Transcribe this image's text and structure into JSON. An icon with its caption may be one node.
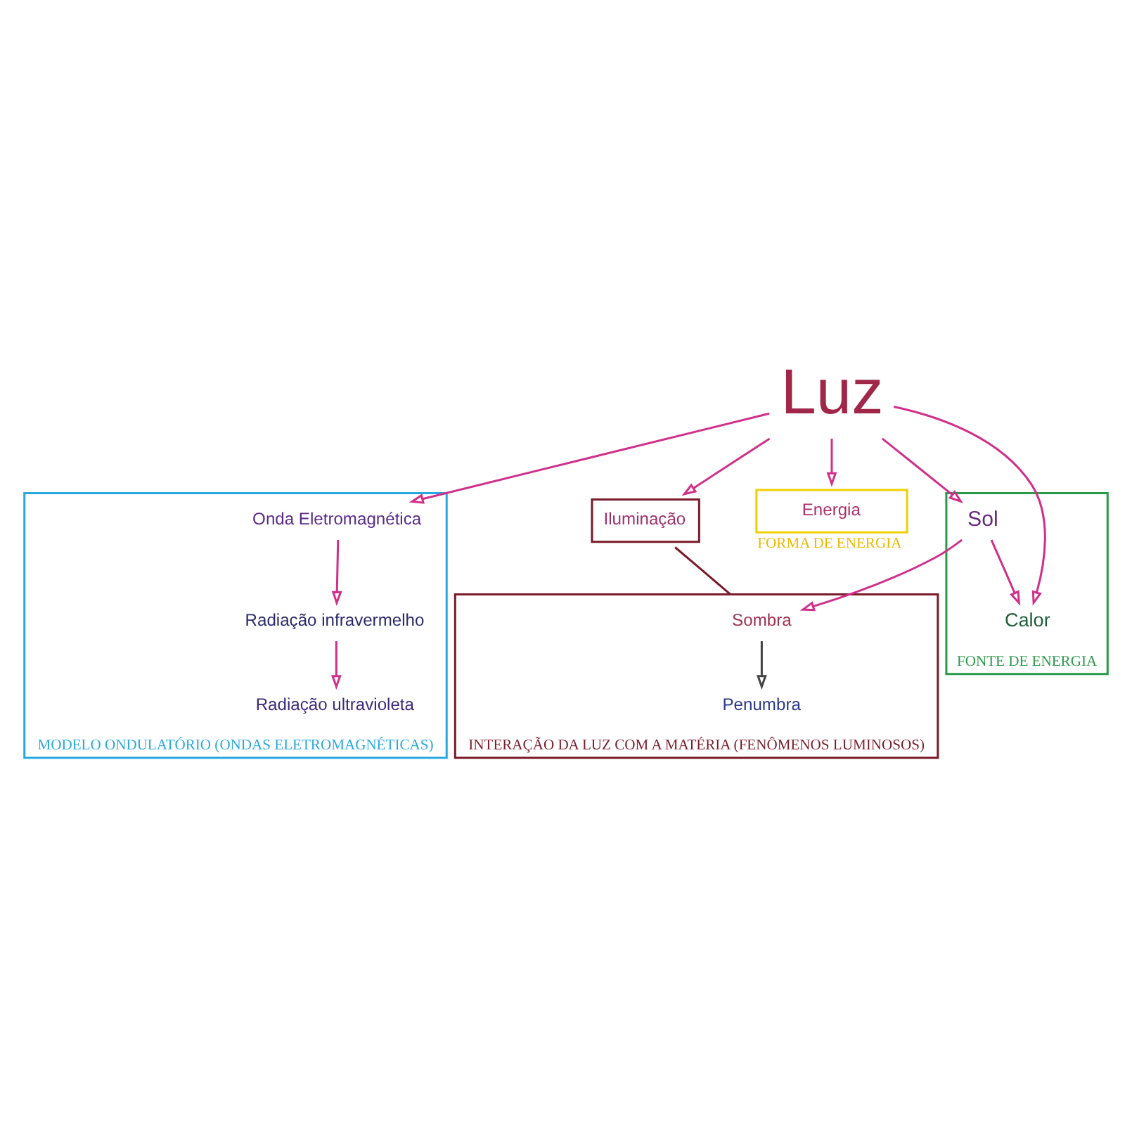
{
  "diagram": {
    "nodes": [
      {
        "text": [
          "MODELO ONDULATÓRIO (ONDAS ELETROMAGNÉTICAS)"
        ]
      },
      {
        "text": [
          "Onda Eletromagnética"
        ],
        "in": 0
      },
      {
        "text": [
          "Radiação infravermelho"
        ],
        "in": 0
      },
      {
        "text": [
          "Radiação ultravioleta"
        ],
        "in": 0
      },
      {
        "text": [
          "Iluminação"
        ]
      },
      {
        "text": [
          "Energia"
        ],
        "beside": [
          "FORMA DE ENERGIA"
        ]
      },
      {
        "text": [
          "Luz"
        ]
      },
      {
        "text": [
          "FONTE DE ENERGIA"
        ]
      },
      {
        "text": [
          "Calor"
        ],
        "in": 7
      },
      {
        "text": [
          "Sol"
        ],
        "in": 7
      },
      {
        "text": [
          "INTERAÇÃO DA LUZ COM A MATÉRIA (FENÔMENOS LUMINOSOS)"
        ]
      },
      {
        "text": [
          "Sombra"
        ],
        "in": 10
      },
      {
        "text": [
          "Penumbra"
        ],
        "in": 10
      }
    ],
    "edges": [
      {
        "from": 6,
        "to": 1,
        "arrow": "to"
      },
      {
        "from": 1,
        "to": 2,
        "arrow": "to"
      },
      {
        "from": 2,
        "to": 3,
        "arrow": "to"
      },
      {
        "from": 6,
        "to": 4,
        "arrow": "to"
      },
      {
        "from": 6,
        "to": 5,
        "arrow": "to"
      },
      {
        "from": 6,
        "to": 8,
        "arrow": "to"
      },
      {
        "from": 6,
        "to": 9,
        "arrow": "to"
      },
      {
        "from": 9,
        "to": 8,
        "arrow": "to"
      },
      {
        "from": 9,
        "to": 11,
        "arrow": "to"
      },
      {
        "from": 11,
        "to": 12,
        "arrow": "to",
        "color": "#444444"
      },
      {
        "from": 4,
        "to": 10,
        "arrow": "none",
        "color": "#7a1a2a"
      }
    ]
  }
}
